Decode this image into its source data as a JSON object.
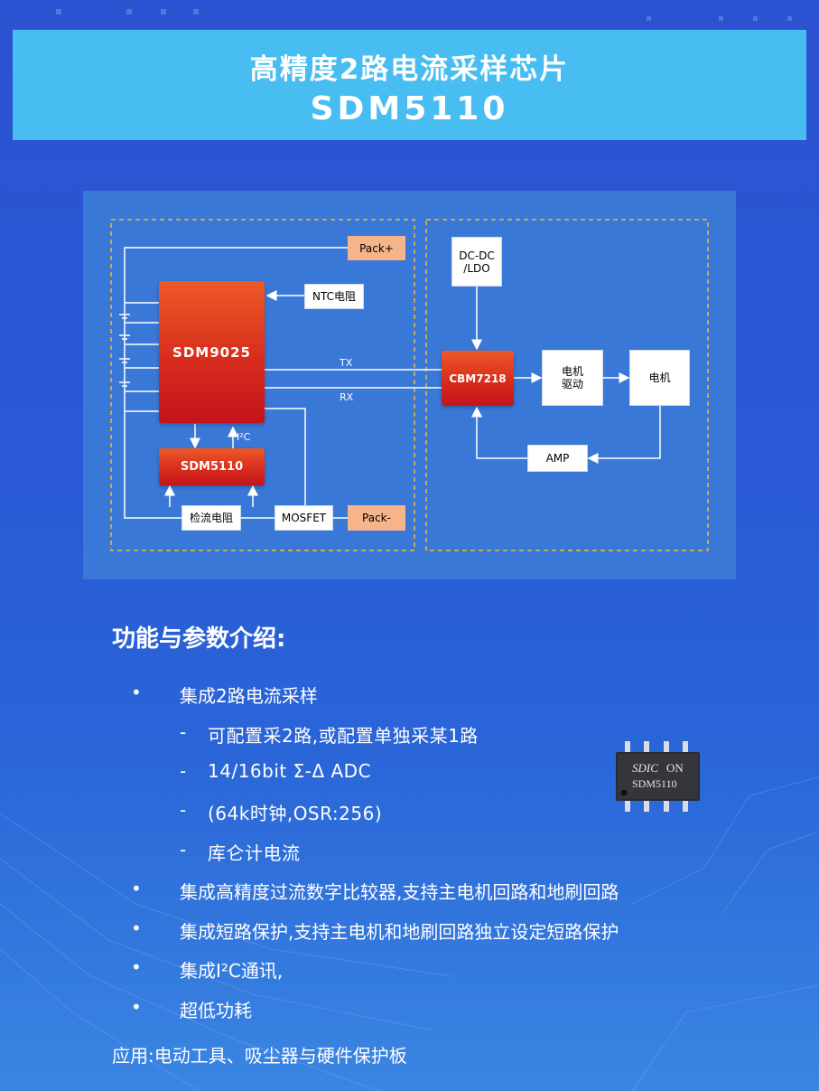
{
  "header": {
    "title": "高精度2路电流采样芯片",
    "model": "SDM5110"
  },
  "diagram": {
    "pack_plus": "Pack+",
    "pack_minus": "Pack-",
    "ntc": "NTC电阻",
    "sdm9025": "SDM9025",
    "sdm5110": "SDM5110",
    "i2c_label": "I²C",
    "sense_resistor": "检流电阻",
    "mosfet": "MOSFET",
    "tx": "TX",
    "rx": "RX",
    "dcdc": "DC-DC\n/LDO",
    "cbm7218": "CBM7218",
    "motor_driver": "电机\n驱动",
    "motor": "电机",
    "amp": "AMP"
  },
  "features": {
    "heading": "功能与参数介绍:",
    "items": [
      "集成2路电流采样",
      "集成高精度过流数字比较器,支持主电机回路和地刷回路",
      "集成短路保护,支持主电机和地刷回路独立设定短路保护",
      "集成I²C通讯,",
      "超低功耗"
    ],
    "sub_items": [
      "可配置采2路,或配置单独采某1路",
      "14/16bit Σ-Δ ADC",
      "(64k时钟,OSR:256)",
      "库仑计电流"
    ],
    "bullet_glyph": "•",
    "dash_glyph": "-",
    "application": "应用:电动工具、吸尘器与硬件保护板"
  },
  "chip_marking": {
    "brand": "SDIC",
    "brand_suffix": "ON",
    "part": "SDM5110"
  },
  "colors": {
    "title_band": "#47bdf2",
    "diagram_panel": "#3a78d8",
    "chip_red": "#d72d1c",
    "peach": "#f6b48a",
    "dashed_border": "#f0b73a"
  }
}
